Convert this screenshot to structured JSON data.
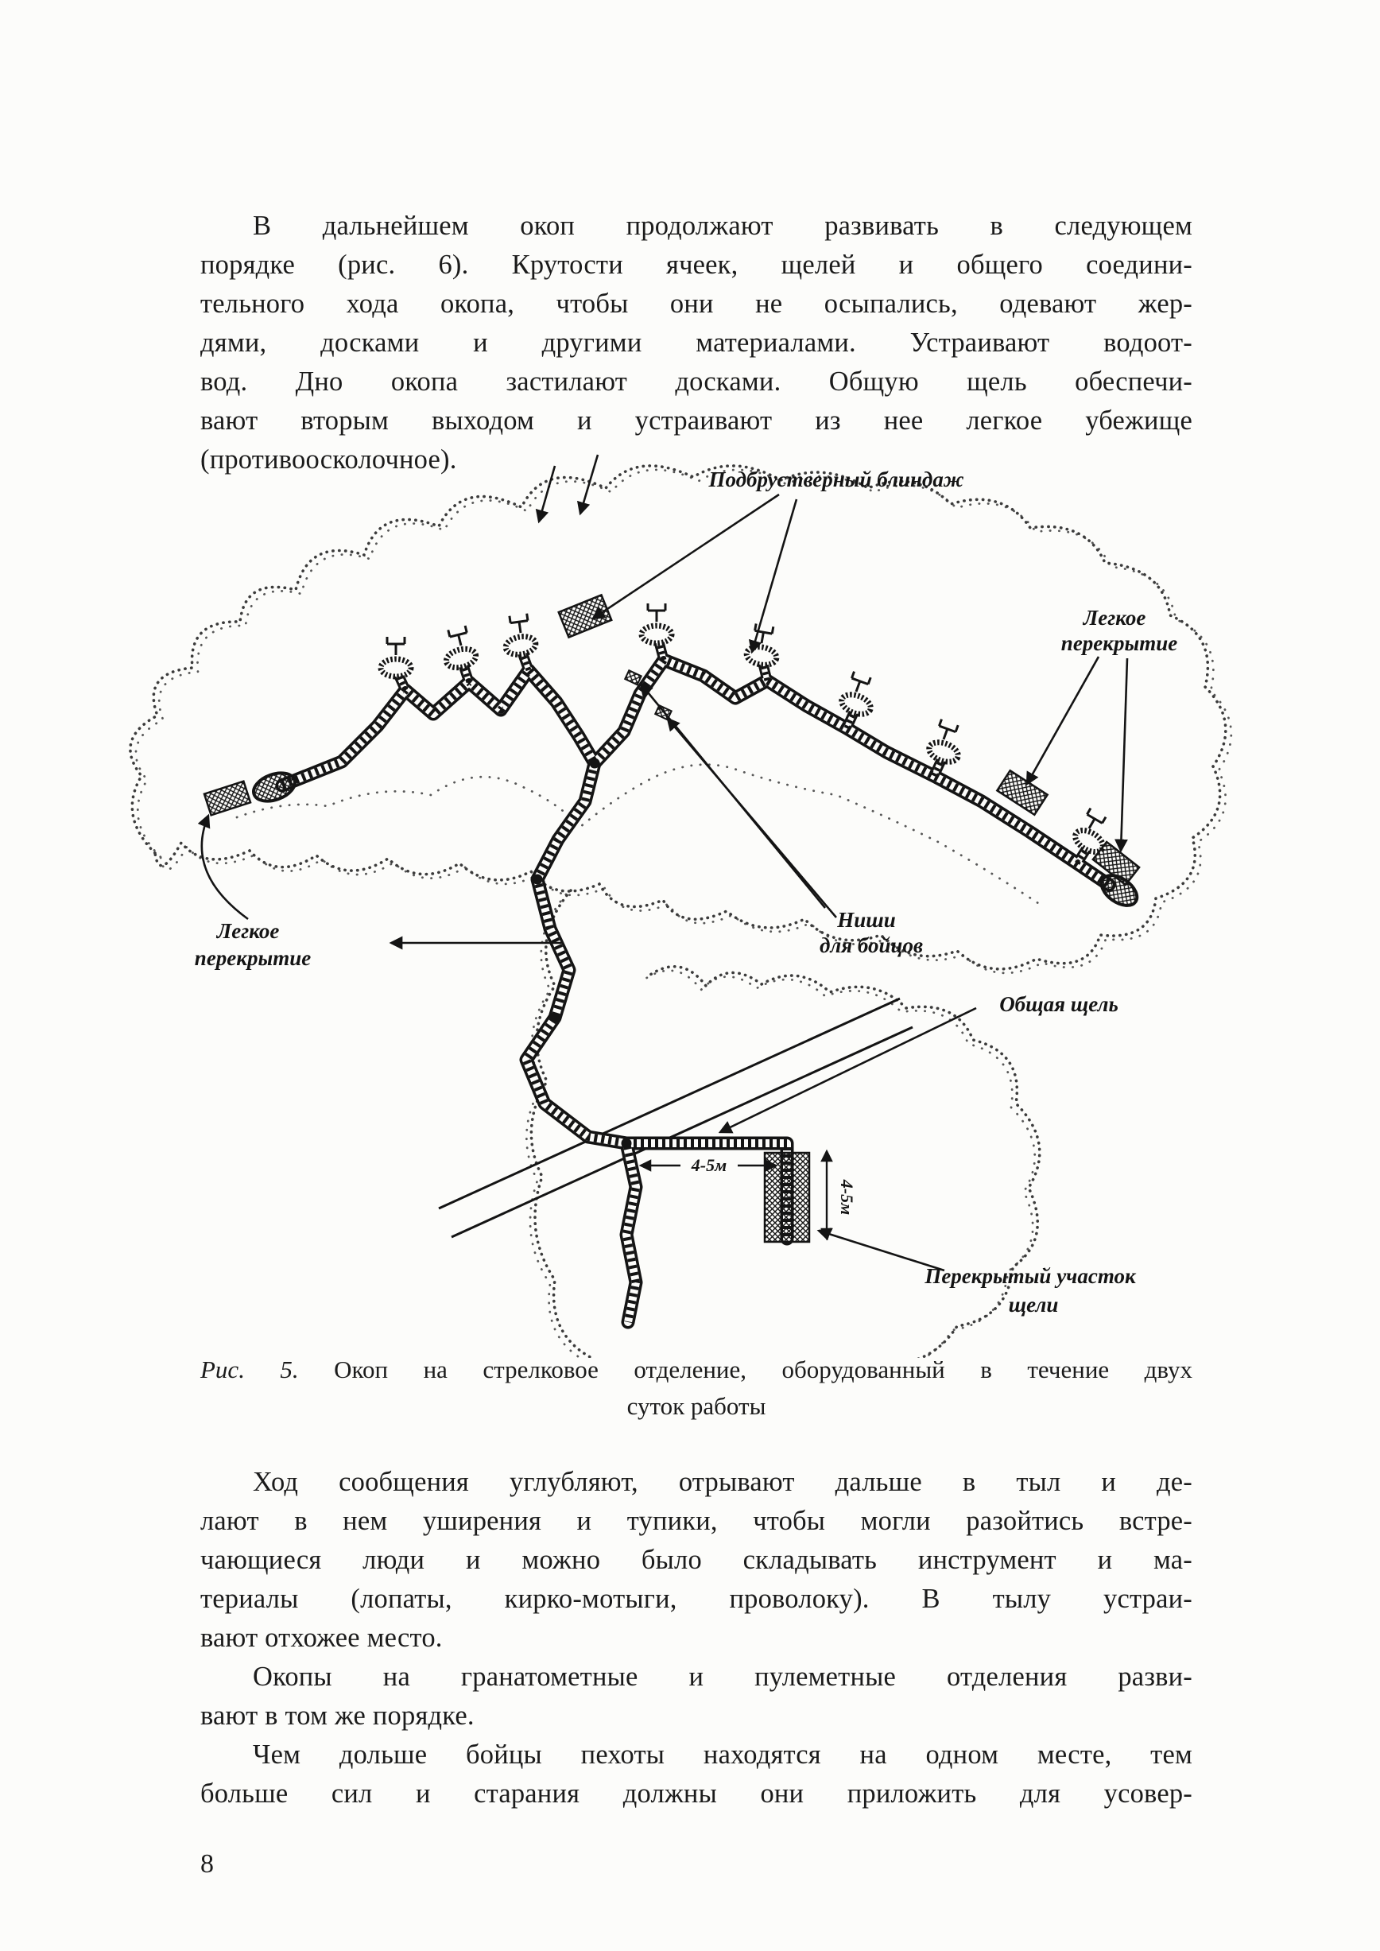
{
  "page_number": "8",
  "p1": {
    "lines": [
      "В дальнейшем окоп продолжают развивать в следующем",
      "порядке (рис. 6). Крутости ячеек, щелей и общего соедини-",
      "тельного хода окопа, чтобы они не осыпались, одевают жер-",
      "дями, досками и другими материалами. Устраивают водоот-",
      "вод. Дно окопа застилают досками. Общую щель обеспечи-",
      "вают вторым выходом и устраивают из нее легкое убежище",
      "(противоосколочное)."
    ]
  },
  "figure": {
    "labels": {
      "blindage": "Подбрустверный блиндаж",
      "light_cover_right_line1": "Легкое",
      "light_cover_right_line2": "перекрытие",
      "light_cover_left_line1": "Легкое",
      "light_cover_left_line2": "перекрытие",
      "niches_line1": "Ниши",
      "niches_line2": "для бойцов",
      "common_slit": "Общая щель",
      "covered_section_line1": "Перекрытый участок",
      "covered_section_line2": "щели",
      "dim_horizontal": "4-5м",
      "dim_vertical": "4-5м"
    },
    "caption": {
      "fig_label": "Рис. 5.",
      "line1": "Окоп на стрелковое отделение, оборудованный в течение двух",
      "line2": "суток работы"
    }
  },
  "p2": {
    "lines": [
      "Ход сообщения углубляют, отрывают дальше в тыл и де-",
      "лают в нем уширения и тупики, чтобы могли разойтись встре-",
      "чающиеся люди и можно было складывать инструмент и ма-",
      "териалы (лопаты, кирко-мотыги, проволоку). В тылу устраи-",
      "вают отхожее место.",
      "Окопы на гранатометные и пулеметные отделения разви-",
      "вают в том же порядке.",
      "Чем дольше бойцы пехоты находятся на одном месте, тем",
      "больше сил и старания должны они приложить для усовер-"
    ]
  }
}
